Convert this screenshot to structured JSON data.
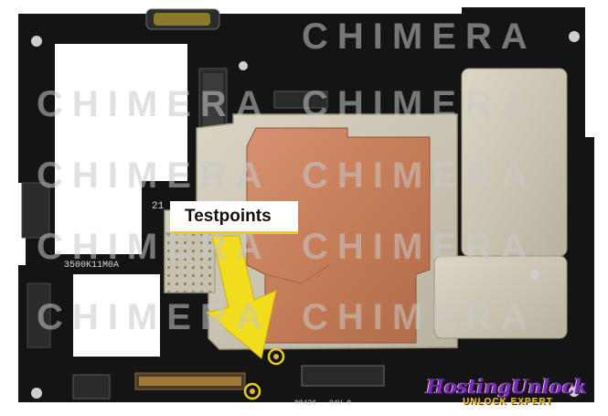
{
  "callout": {
    "label": "Testpoints"
  },
  "watermark": {
    "text": "CHIMERA"
  },
  "board": {
    "silk_model": "3500K11M0A",
    "silk_date": "00426",
    "silk_rating": "94V-0",
    "silk_num": "21"
  },
  "brand": {
    "main": "HostingUnlock",
    "sub": "UNLOCK EXPERT"
  },
  "colors": {
    "pcb": "#141414",
    "shield": "#cfc8b6",
    "copper": "#c9835e",
    "arrow": "#f2dc1e",
    "testpoint_ring": "#e6cf1a"
  },
  "icons": [
    "testpoint-marker",
    "arrow-down-right"
  ]
}
